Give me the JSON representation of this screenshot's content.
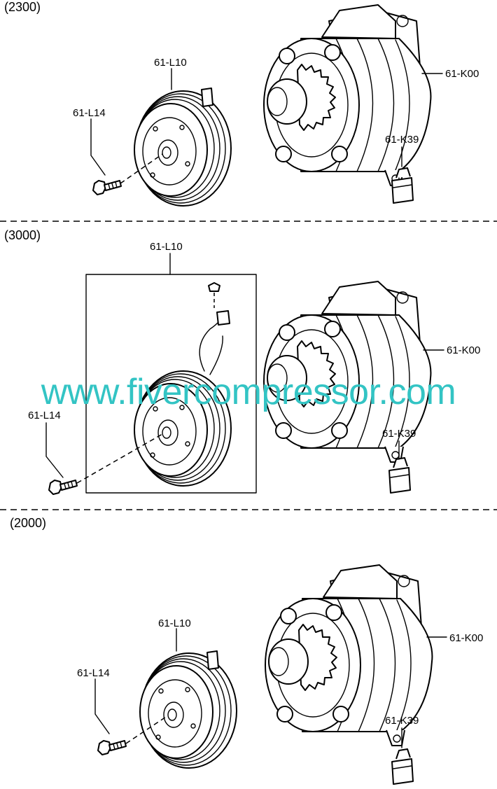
{
  "sections": [
    {
      "label": "(2300)",
      "parts": {
        "compressor": "61-K00",
        "clutch": "61-L10",
        "bolt": "61-L14",
        "switch": "61-K39"
      }
    },
    {
      "label": "(3000)",
      "parts": {
        "compressor": "61-K00",
        "clutch": "61-L10",
        "bolt": "61-L14",
        "switch": "61-K39"
      }
    },
    {
      "label": "(2000)",
      "parts": {
        "compressor": "61-K00",
        "clutch": "61-L10",
        "bolt": "61-L14",
        "switch": "61-K39"
      }
    }
  ],
  "watermark": {
    "text": "www.fivercompressor.com",
    "color": "#33c4c4"
  }
}
